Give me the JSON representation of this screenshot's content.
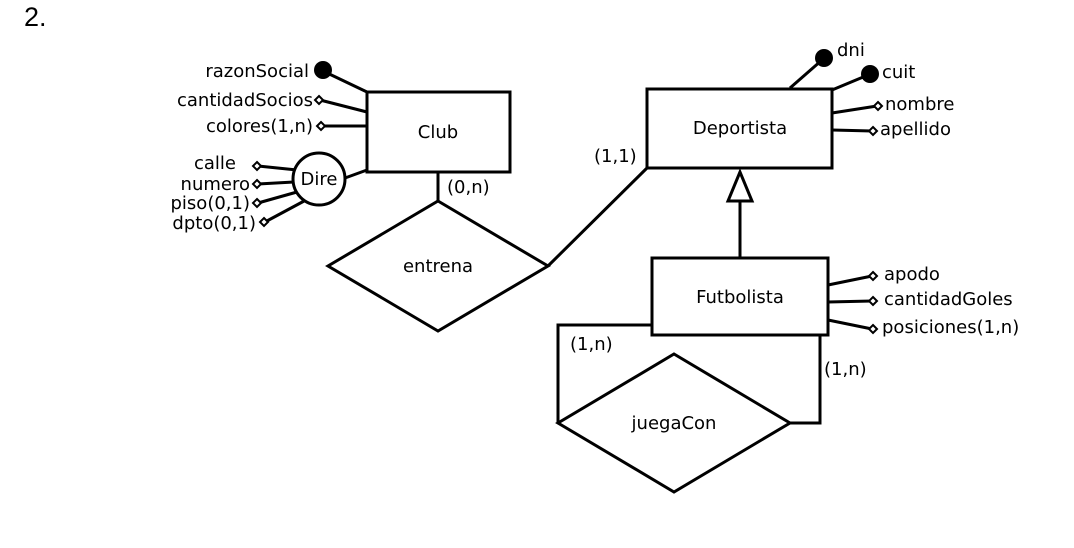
{
  "heading": "2.",
  "entities": {
    "club": "Club",
    "deportista": "Deportista",
    "futbolista": "Futbolista"
  },
  "relationships": {
    "entrena": "entrena",
    "juegaCon": "juegaCon"
  },
  "composite": {
    "dire": "Dire"
  },
  "attributes": {
    "razonSocial": "razonSocial",
    "cantidadSocios": "cantidadSocios",
    "colores": "colores(1,n)",
    "calle": "calle",
    "numero": "numero",
    "piso": "piso(0,1)",
    "dpto": "dpto(0,1)",
    "dni": "dni",
    "cuit": "cuit",
    "nombre": "nombre",
    "apellido": "apellido",
    "apodo": "apodo",
    "cantidadGoles": "cantidadGoles",
    "posiciones": "posiciones(1,n)"
  },
  "cardinalities": {
    "club_entrena": "(0,n)",
    "deportista_entrena": "(1,1)",
    "futbolista_juega_left": "(1,n)",
    "futbolista_juega_right": "(1,n)"
  }
}
